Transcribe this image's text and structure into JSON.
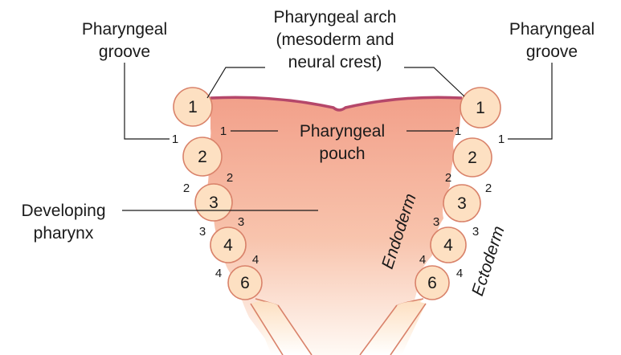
{
  "labels": {
    "pharyngeal_groove_left_1": "Pharyngeal",
    "pharyngeal_groove_left_2": "groove",
    "pharyngeal_groove_right_1": "Pharyngeal",
    "pharyngeal_groove_right_2": "groove",
    "pharyngeal_arch_1": "Pharyngeal arch",
    "pharyngeal_arch_2": "(mesoderm and",
    "pharyngeal_arch_3": "neural crest)",
    "pharyngeal_pouch_1": "Pharyngeal",
    "pharyngeal_pouch_2": "pouch",
    "developing_pharynx_1": "Developing",
    "developing_pharynx_2": "pharynx",
    "endoderm": "Endoderm",
    "ectoderm": "Ectoderm"
  },
  "arch_numbers": [
    "1",
    "2",
    "3",
    "4",
    "6"
  ],
  "groove_numbers": [
    "1",
    "2",
    "3",
    "4"
  ],
  "pouch_numbers": [
    "1",
    "2",
    "3",
    "4"
  ],
  "colors": {
    "pharynx_top": "#f2a08a",
    "pharynx_bottom": "#fff8f2",
    "arch_fill": "#fde0c2",
    "arch_outline": "#d9826a",
    "roof_line": "#b5476a"
  }
}
